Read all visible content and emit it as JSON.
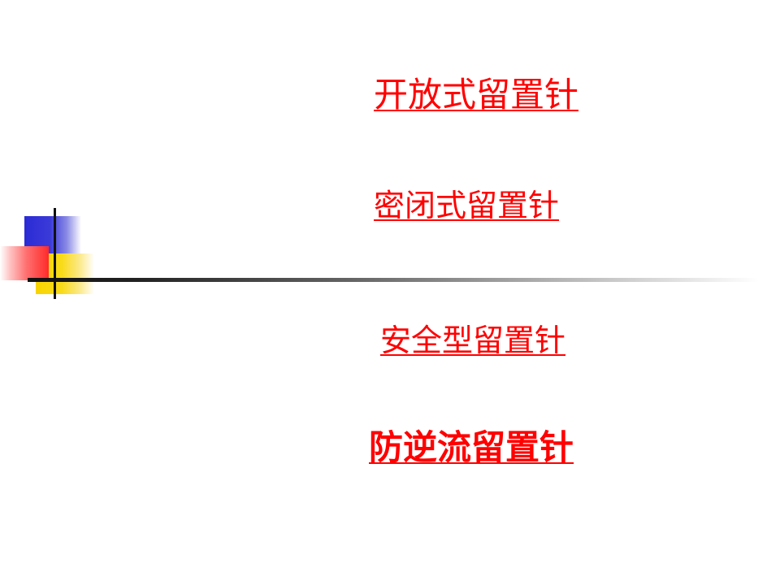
{
  "slide": {
    "links": [
      {
        "label": "开放式留置针"
      },
      {
        "label": "密闭式留置针"
      },
      {
        "label": "安全型留置针"
      },
      {
        "label": "防逆流留置针"
      }
    ]
  },
  "colors": {
    "link": "#ff0000",
    "deco_blue": "#2b2bd6",
    "deco_yellow": "#f7d400",
    "deco_red": "#ff2a2a",
    "rule": "#111111"
  }
}
